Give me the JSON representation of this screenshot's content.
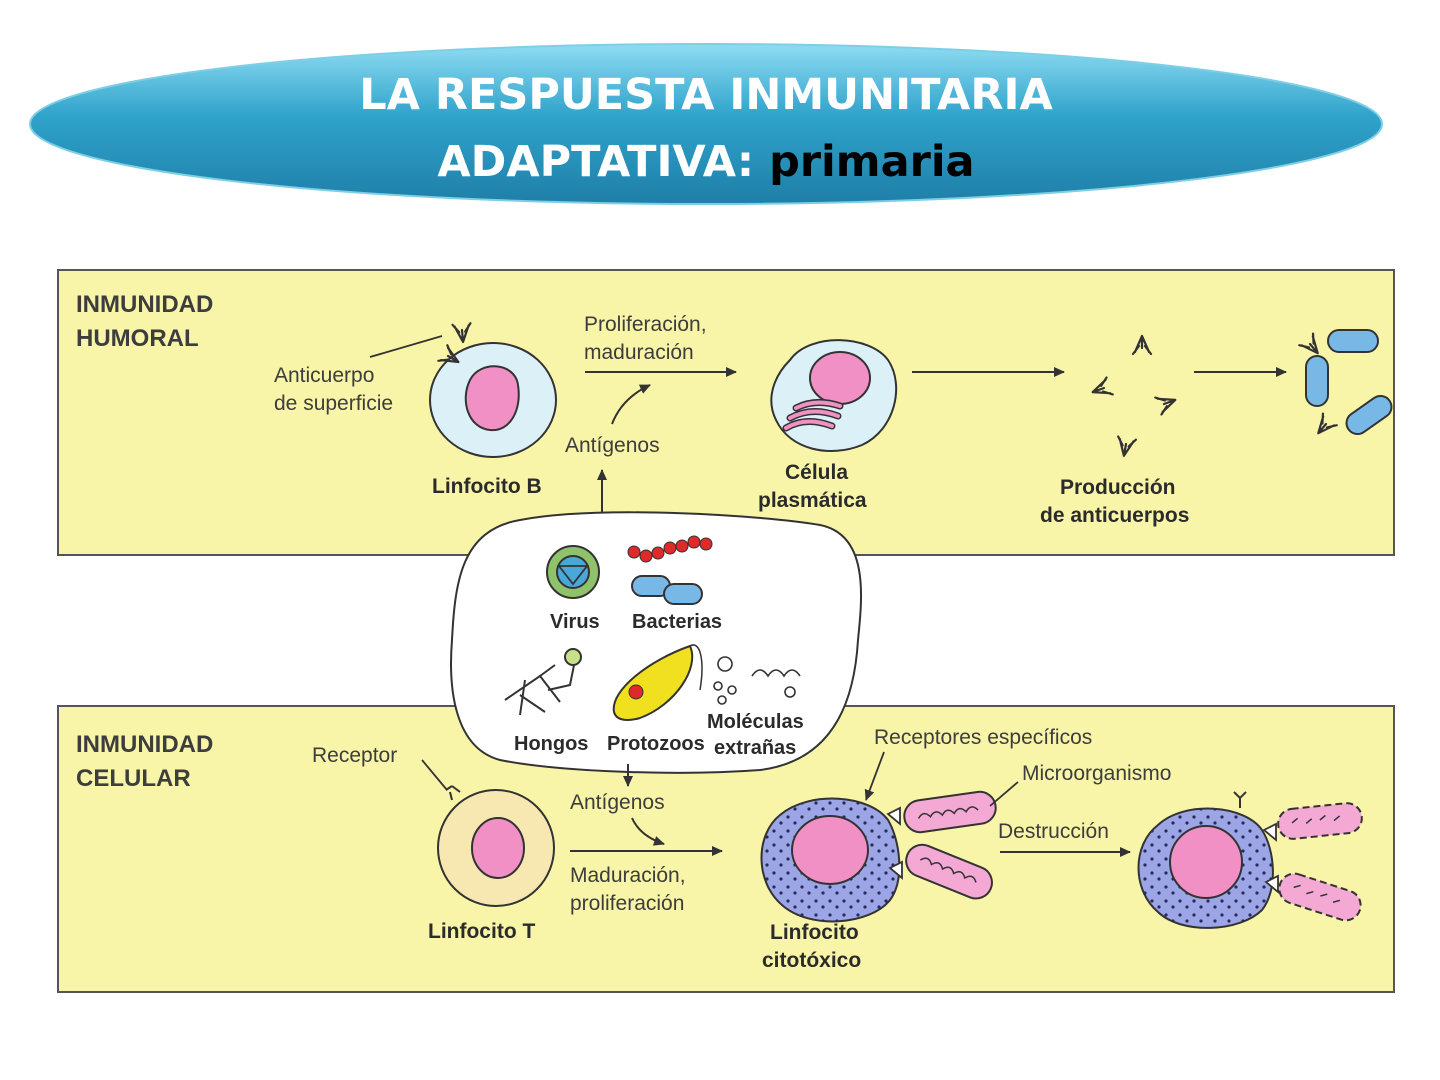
{
  "title": {
    "line1": "LA RESPUESTA INMUNITARIA",
    "line2": "ADAPTATIVA:",
    "emphasis": "primaria"
  },
  "colors": {
    "panel_fill": "#f8f4a8",
    "ellipse_fill": "#2e9fc8",
    "cell_nucleus": "#f090c4",
    "bcell_cytoplasm": "#dcf0f8",
    "tcell_cytoplasm": "#f6e8b0",
    "cytotoxic_cytoplasm": "#9ca6e6",
    "bacteria": "#78b8e6",
    "chain_bacteria": "#e02a2a"
  },
  "humoral": {
    "heading_line1": "INMUNIDAD",
    "heading_line2": "HUMORAL",
    "surface_ab_line1": "Anticuerpo",
    "surface_ab_line2": "de superficie",
    "bcell": "Linfocito B",
    "prolif_line1": "Proliferación,",
    "prolif_line2": "maduración",
    "antigens": "Antígenos",
    "plasma_line1": "Célula",
    "plasma_line2": "plasmática",
    "production_line1": "Producción",
    "production_line2": "de anticuerpos"
  },
  "pathogens": {
    "virus": "Virus",
    "bacteria": "Bacterias",
    "fungi": "Hongos",
    "protozoa": "Protozoos",
    "molecules_line1": "Moléculas",
    "molecules_line2": "extrañas"
  },
  "cellular": {
    "heading_line1": "INMUNIDAD",
    "heading_line2": "CELULAR",
    "receptor": "Receptor",
    "antigens": "Antígenos",
    "matur_line1": "Maduración,",
    "matur_line2": "proliferación",
    "tcell": "Linfocito T",
    "specific_receptors": "Receptores específicos",
    "microorganism": "Microorganismo",
    "destruction": "Destrucción",
    "cytotoxic_line1": "Linfocito",
    "cytotoxic_line2": "citotóxico"
  }
}
